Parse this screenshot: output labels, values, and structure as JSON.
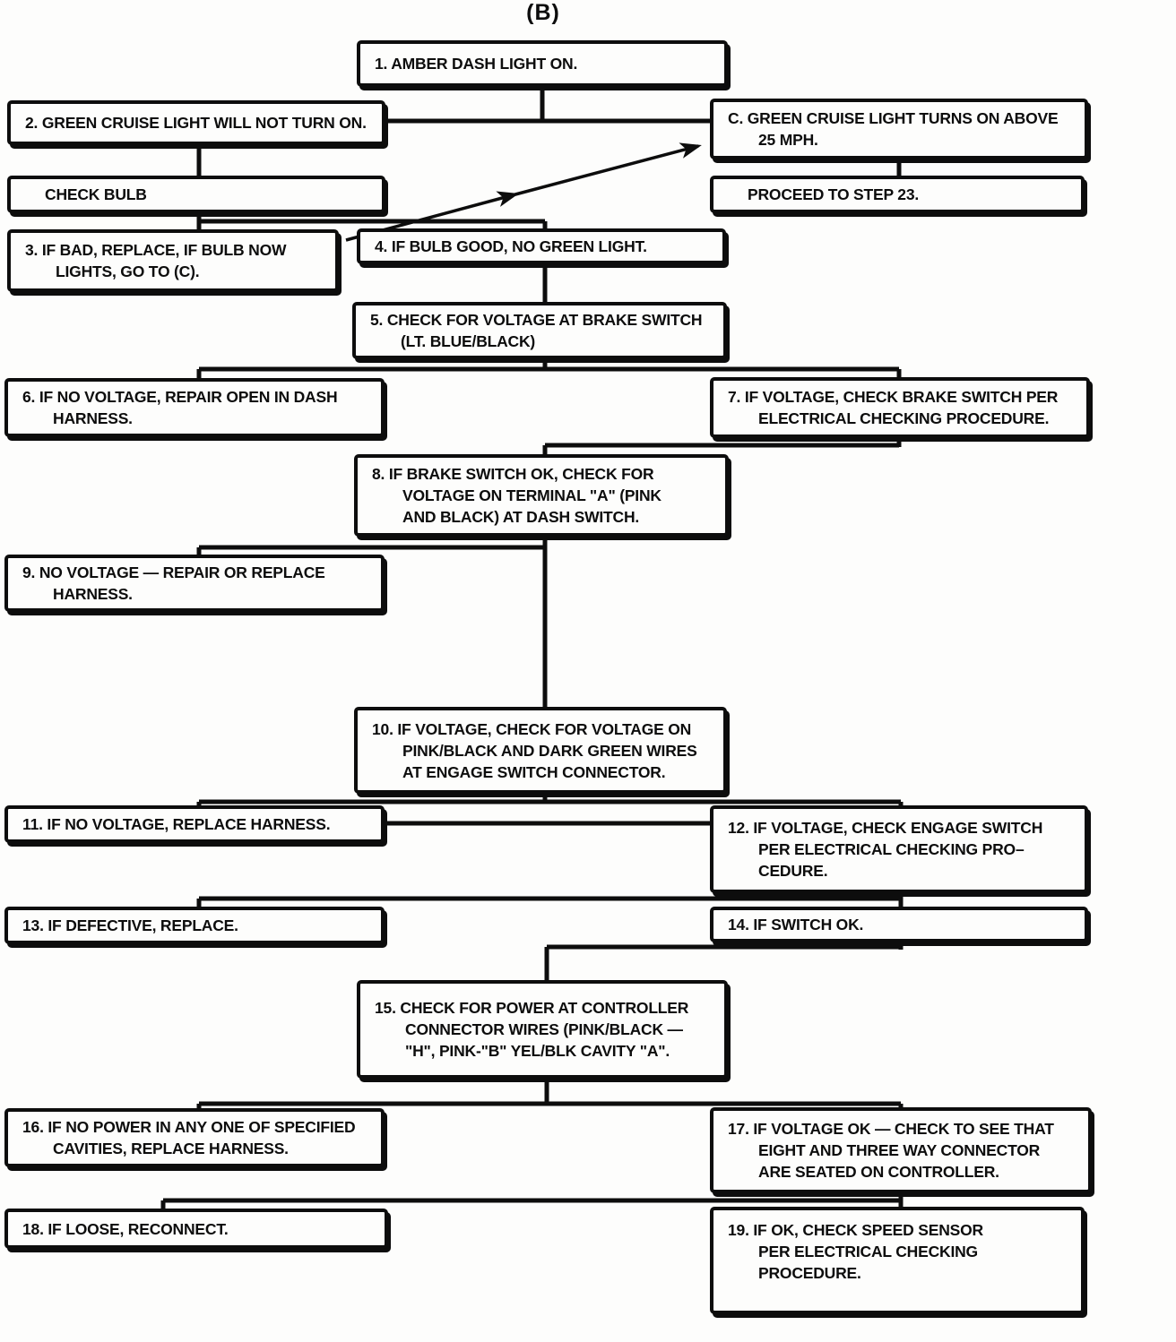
{
  "title": "(B)",
  "colors": {
    "ink": "#0d0d0d",
    "background": "#fdfdfc"
  },
  "nodes": {
    "n1": {
      "label": "1.  AMBER DASH LIGHT ON."
    },
    "n2": {
      "label": "2.  GREEN CRUISE LIGHT WILL NOT TURN ON."
    },
    "nC": {
      "label": "C. GREEN CRUISE LIGHT TURNS ON ABOVE\n25 MPH."
    },
    "checkBulb": {
      "label": "CHECK BULB"
    },
    "proceed": {
      "label": "PROCEED TO STEP 23."
    },
    "n3": {
      "label": "3.  IF BAD, REPLACE, IF BULB NOW\nLIGHTS, GO TO (C)."
    },
    "n4": {
      "label": "4.  IF BULB GOOD, NO GREEN LIGHT."
    },
    "n5": {
      "label": "5.  CHECK FOR VOLTAGE AT BRAKE SWITCH\n(LT. BLUE/BLACK)"
    },
    "n6": {
      "label": "6.  IF NO VOLTAGE, REPAIR OPEN IN DASH\nHARNESS."
    },
    "n7": {
      "label": "7.  IF VOLTAGE, CHECK BRAKE SWITCH PER\nELECTRICAL CHECKING PROCEDURE."
    },
    "n8": {
      "label": "8.  IF BRAKE SWITCH OK, CHECK FOR\nVOLTAGE ON TERMINAL \"A\" (PINK\nAND BLACK) AT DASH SWITCH."
    },
    "n9": {
      "label": "9.  NO VOLTAGE — REPAIR OR REPLACE\nHARNESS."
    },
    "n10": {
      "label": "10.  IF VOLTAGE, CHECK FOR VOLTAGE ON\nPINK/BLACK AND DARK GREEN WIRES\nAT ENGAGE SWITCH CONNECTOR."
    },
    "n11": {
      "label": "11.  IF NO VOLTAGE, REPLACE HARNESS."
    },
    "n12": {
      "label": "12.  IF VOLTAGE, CHECK ENGAGE SWITCH\nPER ELECTRICAL CHECKING PRO–\nCEDURE."
    },
    "n13": {
      "label": "13.  IF DEFECTIVE, REPLACE."
    },
    "n14": {
      "label": "14.  IF SWITCH OK."
    },
    "n15": {
      "label": "15.  CHECK FOR POWER AT CONTROLLER\nCONNECTOR WIRES (PINK/BLACK —\n\"H\", PINK-\"B\" YEL/BLK CAVITY \"A\"."
    },
    "n16": {
      "label": "16.  IF NO POWER IN ANY ONE OF SPECIFIED\nCAVITIES, REPLACE HARNESS."
    },
    "n17": {
      "label": "17.  IF VOLTAGE OK — CHECK TO SEE THAT\nEIGHT AND THREE WAY CONNECTOR\nARE SEATED ON CONTROLLER."
    },
    "n18": {
      "label": "18.  IF LOOSE, RECONNECT."
    },
    "n19": {
      "label": "19.  IF OK, CHECK SPEED SENSOR\nPER ELECTRICAL CHECKING PROCEDURE."
    }
  },
  "edges": [
    "1 -> 2",
    "1 -> C",
    "2 -> CHECK BULB",
    "C -> PROCEED TO STEP 23",
    "CHECK BULB -> 3",
    "CHECK BULB -> 4",
    "3 -> C (arrow)",
    "4 -> 5",
    "5 -> 6",
    "5 -> 7",
    "7 -> 8",
    "8 -> 9",
    "8 -> 10",
    "10 -> 11",
    "10 -> 12",
    "11 -> 12",
    "12 -> 13",
    "12 -> 14",
    "14 -> 15",
    "15 -> 16",
    "15 -> 17",
    "17 -> 18",
    "17 -> 19"
  ]
}
